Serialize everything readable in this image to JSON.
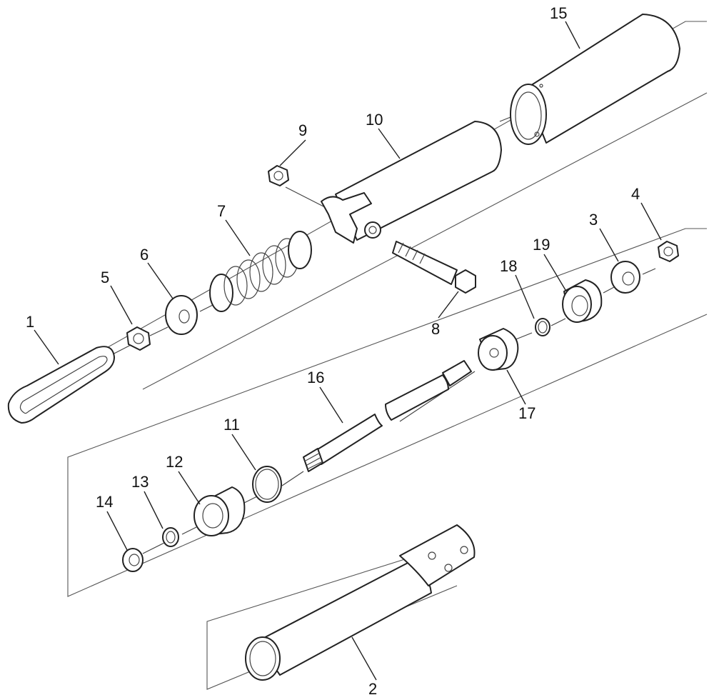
{
  "diagram": {
    "line_color": "#222222",
    "background": "#ffffff",
    "callouts": [
      "1",
      "2",
      "3",
      "4",
      "5",
      "6",
      "7",
      "8",
      "9",
      "10",
      "11",
      "12",
      "13",
      "14",
      "15",
      "16",
      "17",
      "18",
      "19"
    ]
  }
}
